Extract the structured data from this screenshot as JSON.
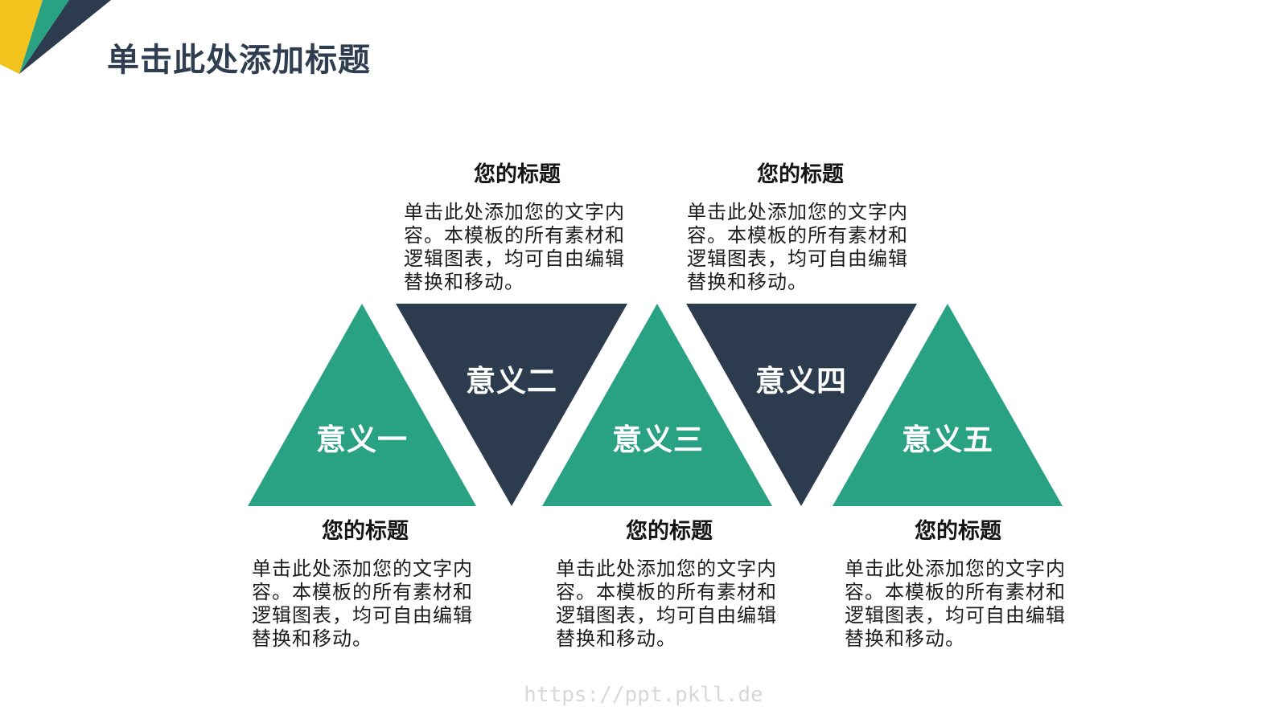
{
  "slide": {
    "title": "单击此处添加标题",
    "watermark": "https://ppt.pkll.de"
  },
  "colors": {
    "yellow": "#F2C31D",
    "green": "#29A183",
    "navy": "#2C3B4D",
    "title_text": "#2E3D4F",
    "heading_text": "#141414",
    "body_text": "#1C1C1C",
    "label_text": "#FFFFFF",
    "watermark_text": "#D8D8DC",
    "background": "#FFFFFF"
  },
  "diagram": {
    "items": [
      {
        "label": "意义一",
        "direction": "up",
        "color": "#29A183"
      },
      {
        "label": "意义二",
        "direction": "down",
        "color": "#2C3B4D"
      },
      {
        "label": "意义三",
        "direction": "up",
        "color": "#29A183"
      },
      {
        "label": "意义四",
        "direction": "down",
        "color": "#2C3B4D"
      },
      {
        "label": "意义五",
        "direction": "up",
        "color": "#29A183"
      }
    ]
  },
  "text_blocks": {
    "top": [
      {
        "heading": "您的标题",
        "body": "单击此处添加您的文字内\n容。本模板的所有素材和\n逻辑图表，均可自由编辑\n替换和移动。"
      },
      {
        "heading": "您的标题",
        "body": "单击此处添加您的文字内\n容。本模板的所有素材和\n逻辑图表，均可自由编辑\n替换和移动。"
      }
    ],
    "bottom": [
      {
        "heading": "您的标题",
        "body": "单击此处添加您的文字内\n容。本模板的所有素材和\n逻辑图表，均可自由编辑\n替换和移动。"
      },
      {
        "heading": "您的标题",
        "body": "单击此处添加您的文字内\n容。本模板的所有素材和\n逻辑图表，均可自由编辑\n替换和移动。"
      },
      {
        "heading": "您的标题",
        "body": "单击此处添加您的文字内\n容。本模板的所有素材和\n逻辑图表，均可自由编辑\n替换和移动。"
      }
    ]
  }
}
